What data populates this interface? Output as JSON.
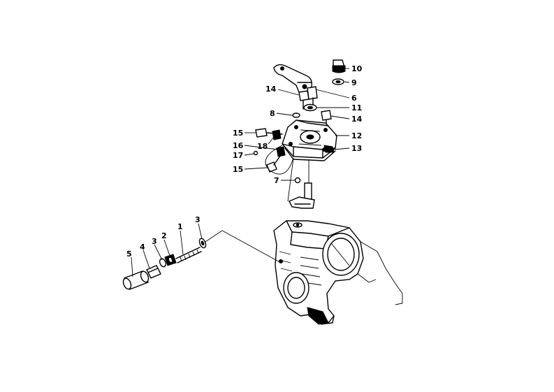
{
  "labels": {
    "l1": "1",
    "l2": "2",
    "l3a": "3",
    "l3b": "3",
    "l4": "4",
    "l5": "5",
    "l6": "6",
    "l7": "7",
    "l8": "8",
    "l9": "9",
    "l10": "10",
    "l11": "11",
    "l12": "12",
    "l13": "13",
    "l14a": "14",
    "l14b": "14",
    "l15a": "15",
    "l15b": "15",
    "l16": "16",
    "l17": "17",
    "l18": "18"
  }
}
